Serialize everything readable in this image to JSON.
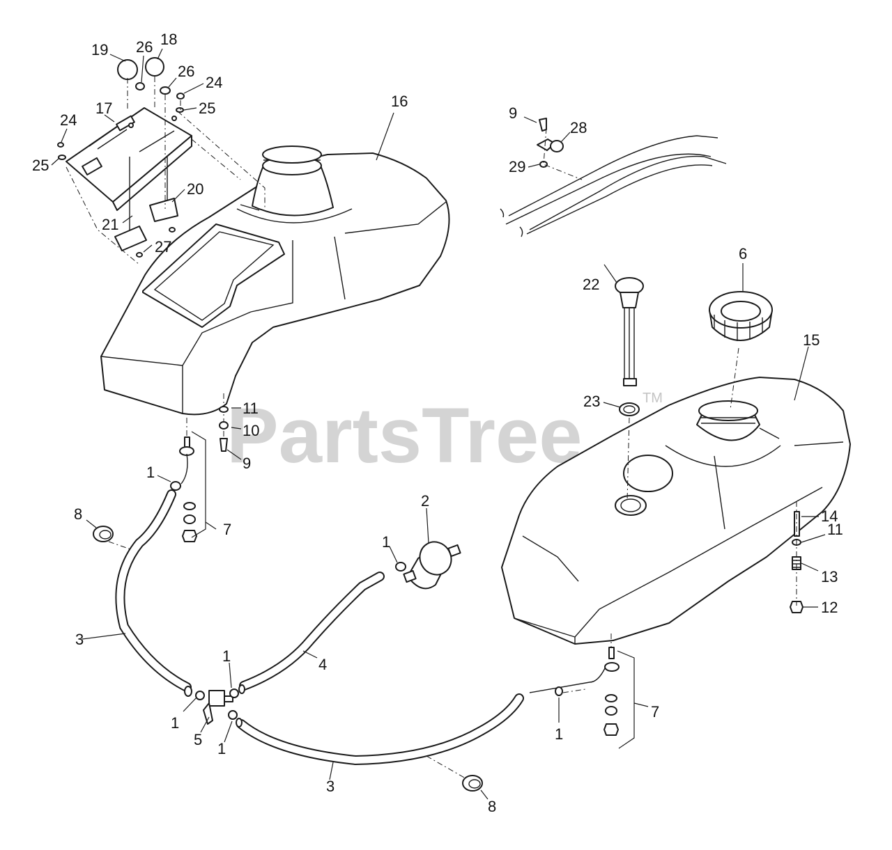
{
  "watermark": {
    "brand": "PartsTree",
    "trademark": "TM"
  },
  "callouts": {
    "c19": "19",
    "c26a": "26",
    "c18": "18",
    "c26b": "26",
    "c24a": "24",
    "c25a": "25",
    "c17": "17",
    "c24b": "24",
    "c25b": "25",
    "c20": "20",
    "c21": "21",
    "c27": "27",
    "c16": "16",
    "c9a": "9",
    "c28": "28",
    "c29": "29",
    "c6": "6",
    "c22": "22",
    "c15": "15",
    "c23": "23",
    "c11a": "11",
    "c10": "10",
    "c9b": "9",
    "c1a": "1",
    "c8a": "8",
    "c7a": "7",
    "c2": "2",
    "c1b": "1",
    "c14": "14",
    "c11b": "11",
    "c13": "13",
    "c12": "12",
    "c3a": "3",
    "c1c": "1",
    "c4": "4",
    "c1d": "1",
    "c5": "5",
    "c1e": "1",
    "c1f": "1",
    "c7b": "7",
    "c3b": "3",
    "c8b": "8"
  }
}
